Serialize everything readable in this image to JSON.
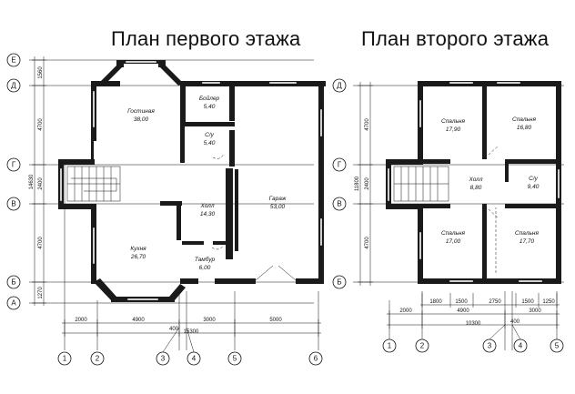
{
  "titles": {
    "first_floor": "План первого этажа",
    "second_floor": "План второго этажа"
  },
  "first_floor": {
    "rooms": [
      {
        "id": "living",
        "name": "Гостиная",
        "area": "38,00"
      },
      {
        "id": "boiler",
        "name": "Бойлер",
        "area": "5,40"
      },
      {
        "id": "wc",
        "name": "С/у",
        "area": "5,40"
      },
      {
        "id": "hall",
        "name": "Холл",
        "area": "14,30"
      },
      {
        "id": "garage",
        "name": "Гараж",
        "area": "53,00"
      },
      {
        "id": "kitchen",
        "name": "Кухня",
        "area": "26,70"
      },
      {
        "id": "vestibule",
        "name": "Тамбур",
        "area": "6,00"
      }
    ],
    "row_axes": [
      "Е",
      "Д",
      "Г",
      "В",
      "Б",
      "А"
    ],
    "col_axes": [
      "1",
      "2",
      "3",
      "4",
      "5",
      "6"
    ],
    "left_dims": [
      "1560",
      "4700",
      "14630",
      "2400",
      "4700",
      "1270"
    ],
    "bottom_dims": [
      "2000",
      "4900",
      "3000",
      "5000"
    ],
    "bottom_small": [
      "400",
      "15300"
    ]
  },
  "second_floor": {
    "rooms": [
      {
        "id": "bed1",
        "name": "Спальня",
        "area": "17,90"
      },
      {
        "id": "bed2",
        "name": "Спальня",
        "area": "16,80"
      },
      {
        "id": "hall2",
        "name": "Холл",
        "area": "8,80"
      },
      {
        "id": "wc2",
        "name": "С/у",
        "area": "9,40"
      },
      {
        "id": "bed3",
        "name": "Спальня",
        "area": "17,00"
      },
      {
        "id": "bed4",
        "name": "Спальня",
        "area": "17,70"
      }
    ],
    "row_axes": [
      "Д",
      "Г",
      "В",
      "Б"
    ],
    "col_axes": [
      "1",
      "2",
      "3",
      "4",
      "5"
    ],
    "left_dims": [
      "4700",
      "11800",
      "2400",
      "4700"
    ],
    "inner_dims": [
      "1800",
      "1500",
      "2750",
      "1500",
      "1250"
    ],
    "bottom_dims": [
      "2000",
      "4900",
      "3000"
    ],
    "bottom_small": [
      "400",
      "10300"
    ]
  }
}
